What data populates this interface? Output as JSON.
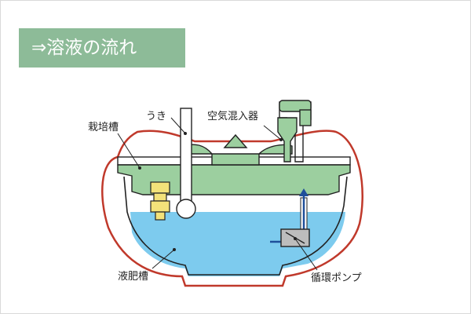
{
  "title": "⇒溶液の流れ",
  "labels": {
    "float": "うき",
    "aerator": "空気混入器",
    "cultivation_tank": "栽培槽",
    "nutrient_tank": "液肥槽",
    "circulation_pump": "循環ポンプ"
  },
  "colors": {
    "title_badge": "#8dbb98",
    "tank_outline": "#c0392b",
    "tray_green": "#9ccf9f",
    "solution_blue": "#7dcbee",
    "flow_arrow": "#1f4f9a",
    "float_rod": "#ffffff",
    "holder_yellow": "#f3e27a",
    "pump_gray": "#bdbdbd"
  }
}
